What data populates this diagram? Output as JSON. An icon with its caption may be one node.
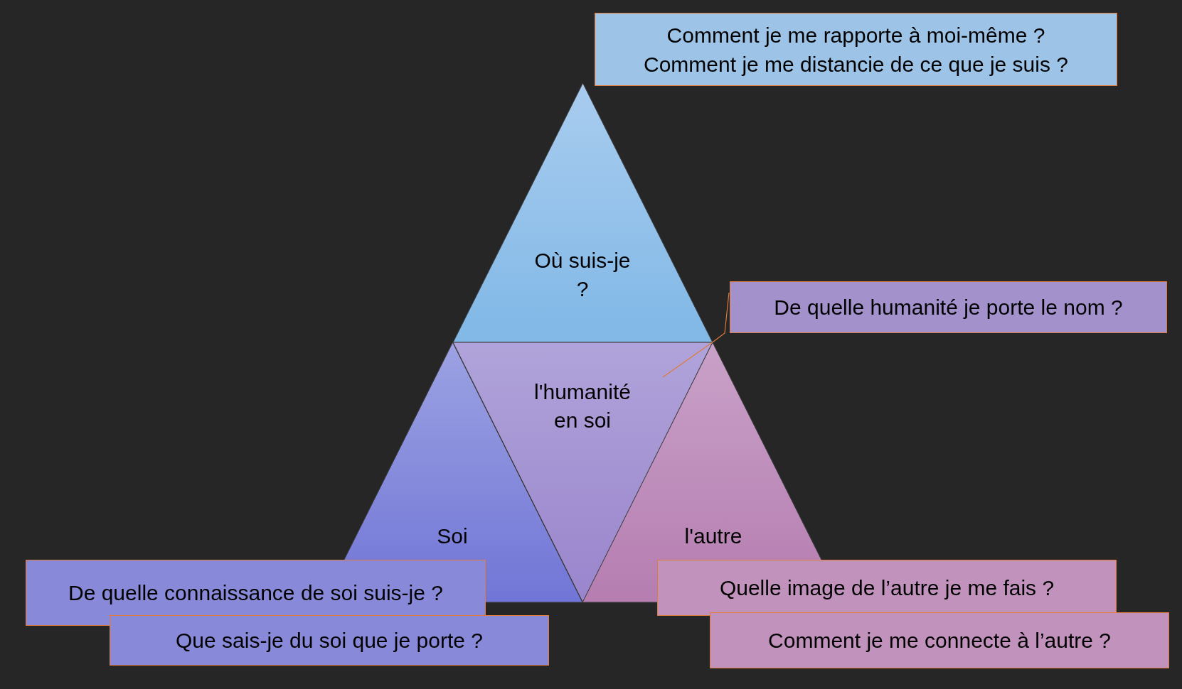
{
  "diagram": {
    "nodes": [
      {
        "text": [
          "Comment je me rapporte à moi-même ?",
          "Comment je me distancie de ce que je suis ?"
        ]
      },
      {
        "text": [
          "Où suis-je ?"
        ]
      },
      {
        "text": [
          "De quelle humanité je porte le nom ?"
        ]
      },
      {
        "text": [
          "l'humanité en soi"
        ]
      },
      {
        "text": [
          "Soi"
        ]
      },
      {
        "text": [
          "l'autre"
        ]
      },
      {
        "text": [
          "De quelle connaissance de soi suis-je ?"
        ]
      },
      {
        "text": [
          "Quelle image de l’autre je me fais ?"
        ]
      },
      {
        "text": [
          "Que sais-je du soi que je porte ?"
        ]
      },
      {
        "text": [
          "Comment je me connecte à l’autre ?"
        ]
      }
    ],
    "edges": [
      {
        "from": 2,
        "to": 3,
        "arrow": "none"
      }
    ]
  }
}
